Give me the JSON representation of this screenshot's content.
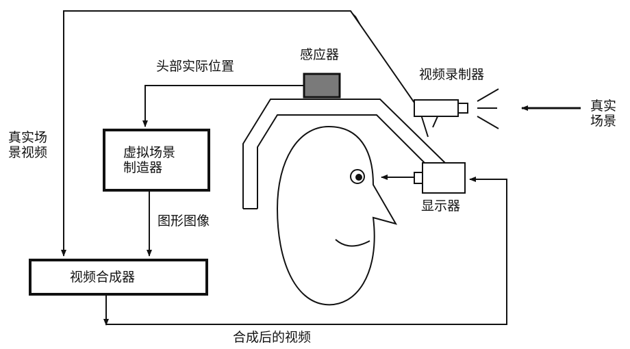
{
  "diagram": {
    "labels": {
      "head_position": "头部实际位置",
      "sensor": "感应器",
      "video_recorder": "视频录制器",
      "real_scene": [
        "真实",
        "场景"
      ],
      "real_scene_video": [
        "真实场",
        "景视频"
      ],
      "virtual_scene_generator": [
        "虚拟场景",
        "制造器"
      ],
      "graphic_image": "图形图像",
      "display": "显示器",
      "video_compositor": "视频合成器",
      "composited_video": "合成后的视频"
    }
  }
}
